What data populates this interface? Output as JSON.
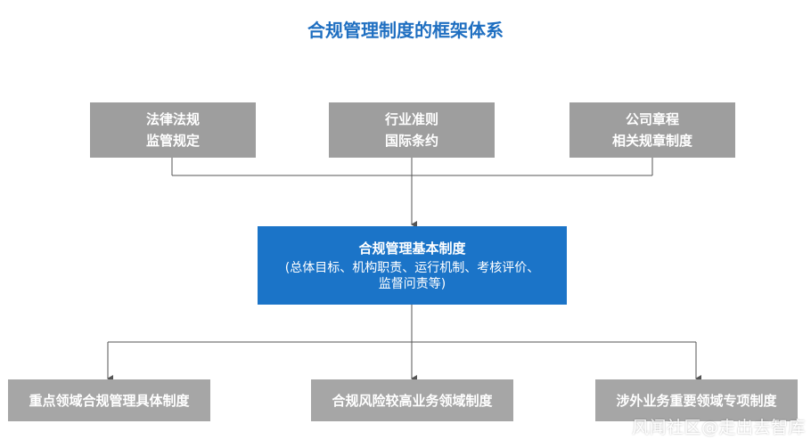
{
  "title": "合规管理制度的框架体系",
  "top_boxes": [
    {
      "line1": "法律法规",
      "line2": "监管规定"
    },
    {
      "line1": "行业准则",
      "line2": "国际条约"
    },
    {
      "line1": "公司章程",
      "line2": "相关规章制度"
    }
  ],
  "center_box": {
    "title": "合规管理基本制度",
    "detail_line1": "(总体目标、机构职责、运行机制、考核评价、",
    "detail_line2": "监督问责等)"
  },
  "bottom_boxes": [
    {
      "label": "重点领域合规管理具体制度"
    },
    {
      "label": "合规风险较高业务领域制度"
    },
    {
      "label": "涉外业务重要领域专项制度"
    }
  ],
  "watermark": "风闻社区@走出去智库",
  "colors": {
    "title": "#1f6fc1",
    "gray_box": "#9e9e9e",
    "blue_box": "#1b74c8",
    "connector": "#555555"
  }
}
